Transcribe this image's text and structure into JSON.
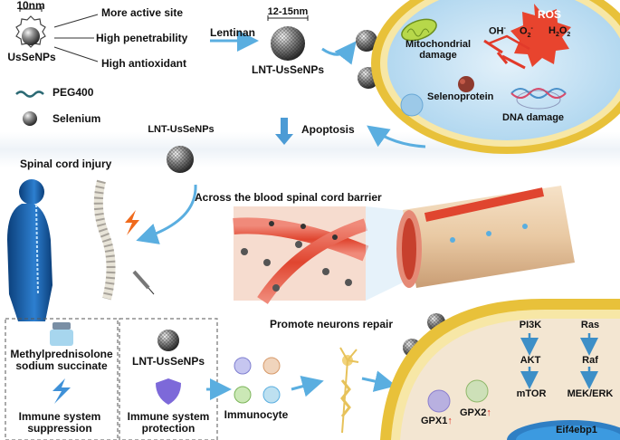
{
  "legend": {
    "size_10nm": "10nm",
    "usse_name": "UsSeNPs",
    "prop_active": "More active site",
    "prop_penetrability": "High penetrability",
    "prop_antioxidant": "High antioxidant",
    "peg": "PEG400",
    "selenium": "Selenium"
  },
  "synthesis": {
    "lentinan": "Lentinan",
    "size_range": "12-15nm",
    "lnt_name": "LNT-UsSeNPs"
  },
  "cell_top": {
    "ros": "ROS",
    "oh": "OH",
    "o2": "O",
    "h2o2": "H",
    "mito": "Mitochondrial\ndamage",
    "selenoprotein": "Selenoprotein",
    "dna": "DNA damage",
    "apoptosis": "Apoptosis"
  },
  "middle": {
    "lnt_label": "LNT-UsSeNPs",
    "sci": "Spinal cord injury",
    "barrier": "Across the blood spinal cord barrier"
  },
  "bottom": {
    "methyl": "Methylprednisolone\nsodium succinate",
    "suppression": "Immune system\nsuppression",
    "lnt_label": "LNT-UsSeNPs",
    "protection": "Immune system\nprotection",
    "immunocyte": "Immunocyte",
    "repair": "Promote neurons repair"
  },
  "pathway": {
    "pi3k": "PI3K",
    "akt": "AKT",
    "mtor": "mTOR",
    "ras": "Ras",
    "raf": "Raf",
    "mek": "MEK/ERK",
    "gpx1": "GPX1",
    "gpx2": "GPX2",
    "eif": "Eif4ebp1"
  },
  "colors": {
    "membrane_yellow": "#e8c13a",
    "cell_blue": "#cfe6f4",
    "cytoplasm": "#f3e6d2",
    "arrow_blue": "#5aaee0",
    "ros_red": "#e23a2a",
    "up_arrow": "#e03020"
  }
}
